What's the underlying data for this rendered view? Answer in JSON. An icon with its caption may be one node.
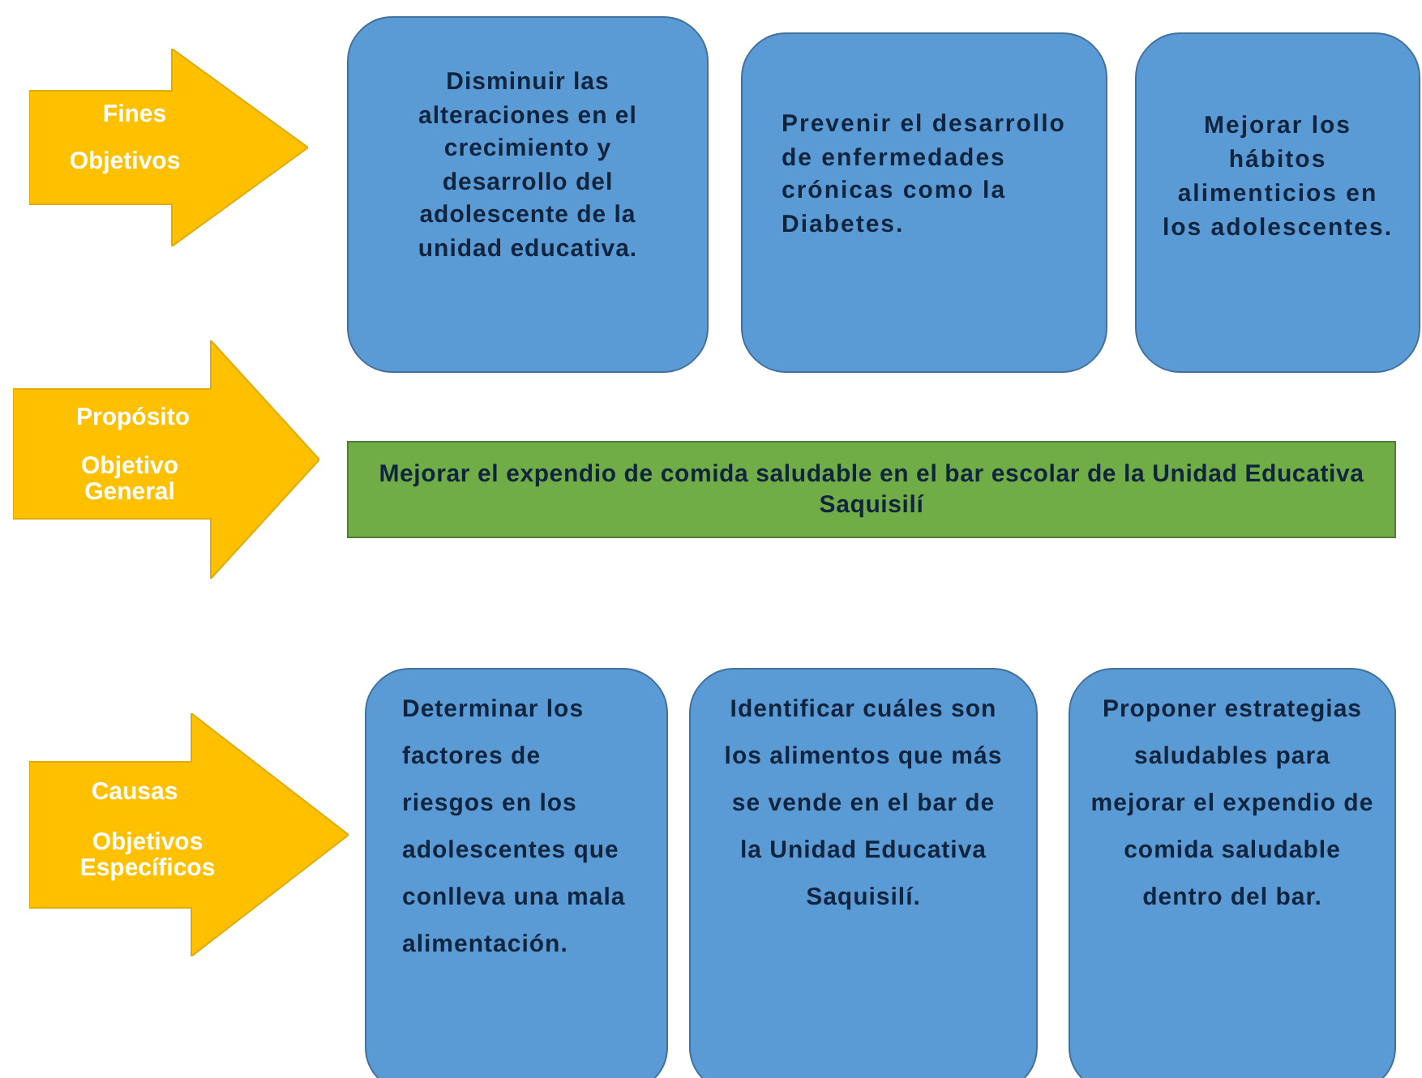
{
  "diagram": {
    "nodes": [
      {
        "text": [
          "Fines",
          "Objetivos"
        ]
      },
      {
        "text": [
          "Disminuir las alteraciones en el crecimiento y desarrollo del adolescente de la unidad educativa."
        ]
      },
      {
        "text": [
          "Prevenir el desarrollo de enfermedades crónicas como la Diabetes."
        ]
      },
      {
        "text": [
          "Mejorar los hábitos alimenticios en los adolescentes."
        ]
      },
      {
        "text": [
          "Propósito",
          "Objetivo General"
        ]
      },
      {
        "text": [
          "Mejorar el expendio de comida saludable en el bar escolar de la Unidad Educativa Saquisilí"
        ]
      },
      {
        "text": [
          "Causas",
          "Objetivos Específicos"
        ]
      },
      {
        "text": [
          "Determinar los factores de riesgos en los adolescentes que conlleva una mala alimentación."
        ]
      },
      {
        "text": [
          "Identificar cuáles son los alimentos que más se vende en el bar de la Unidad Educativa Saquisilí."
        ]
      },
      {
        "text": [
          "Proponer estrategias saludables para mejorar el expendio de comida saludable dentro del bar."
        ]
      }
    ]
  }
}
